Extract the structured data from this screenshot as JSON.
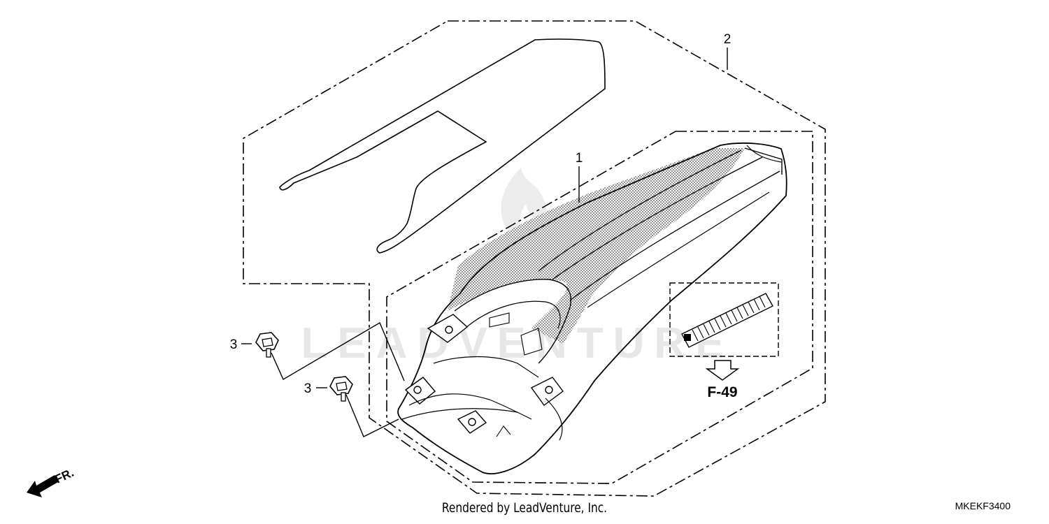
{
  "callouts": [
    {
      "id": "1",
      "label": "1"
    },
    {
      "id": "2",
      "label": "2"
    },
    {
      "id": "3a",
      "label": "3"
    },
    {
      "id": "3b",
      "label": "3"
    }
  ],
  "reference": {
    "label": "F-49"
  },
  "direction": {
    "label": "FR."
  },
  "watermark": {
    "text": "LEADVENTURE"
  },
  "footer": {
    "credit": "Rendered by LeadVenture, Inc.",
    "code": "MKEKF3400"
  }
}
